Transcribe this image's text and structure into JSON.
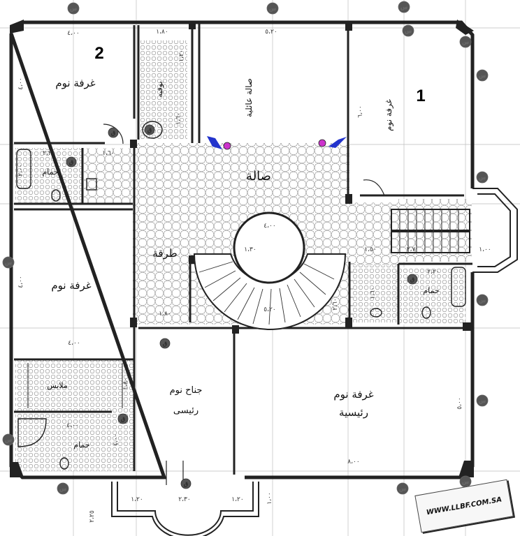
{
  "rooms": {
    "bedroom_2_number": "2",
    "bedroom_2": "غرفة نوم",
    "bedroom_1_number": "1",
    "bedroom_1": "غرفة نوم",
    "buffet": "بوفيه",
    "family_hall": "صالة عائلية",
    "bath_left_top": "حمام",
    "hall": "صالة",
    "corridor": "طرقة",
    "bedroom_left": "غرفة نوم",
    "bath_right": "حمام",
    "dressing": "ملابس",
    "bath_left_bottom": "حمام",
    "master_suite_1": "جناح نوم",
    "master_suite_2": "رئيسى",
    "master_bedroom_1": "غرفة نوم",
    "master_bedroom_2": "رئيسية"
  },
  "dimensions": {
    "d1": "٤،٠٠",
    "d2": "١،٨٠",
    "d3": "٥،٢٠",
    "d4": "٤،٠٠",
    "d5": "١،٢٠",
    "d6": "١،٦٠",
    "d7": "٢،٢٠",
    "d8": "١،٦٠",
    "d9": "٢،٠٠",
    "d10": "٤،٠٠",
    "d11": "١،٣٠",
    "d12": "١،٥٠",
    "d13": "٢،٧",
    "d14": "١،٠٠",
    "d15": "٤،٠٠",
    "d16": "٥،٢٠",
    "d17": "٤،٠٠",
    "d18": "٢،٢٠",
    "d19": "١،٨٠",
    "d20": "٤،٠٠",
    "d21": "١،٨٠",
    "d22": "٤،٠٠",
    "d23": "٨،٠٠",
    "d24": "١،٢٠",
    "d25": "٢،٣٠",
    "d26": "١،٢٠",
    "d27": "٢،٢٥",
    "d28": "٦،٠٠",
    "d29": "٥،٠٠",
    "d30": "١،٦٠",
    "d31": "٢،٦٠",
    "d32": "١،٠٠"
  },
  "door_marks": [
    "ق",
    "ق",
    "ق",
    "ق",
    "ق",
    "ق",
    "ق"
  ],
  "grid_marks": [
    "س",
    "س",
    "س",
    "س",
    "س",
    "س",
    "س",
    "س",
    "س",
    "س",
    "س",
    "س",
    "س",
    "س"
  ],
  "watermark": "WWW.LLBF.COM.SA",
  "colors": {
    "wall": "#222222",
    "tile": "#9a9a9a",
    "marker": "#cc33cc",
    "arrow": "#2233cc"
  }
}
